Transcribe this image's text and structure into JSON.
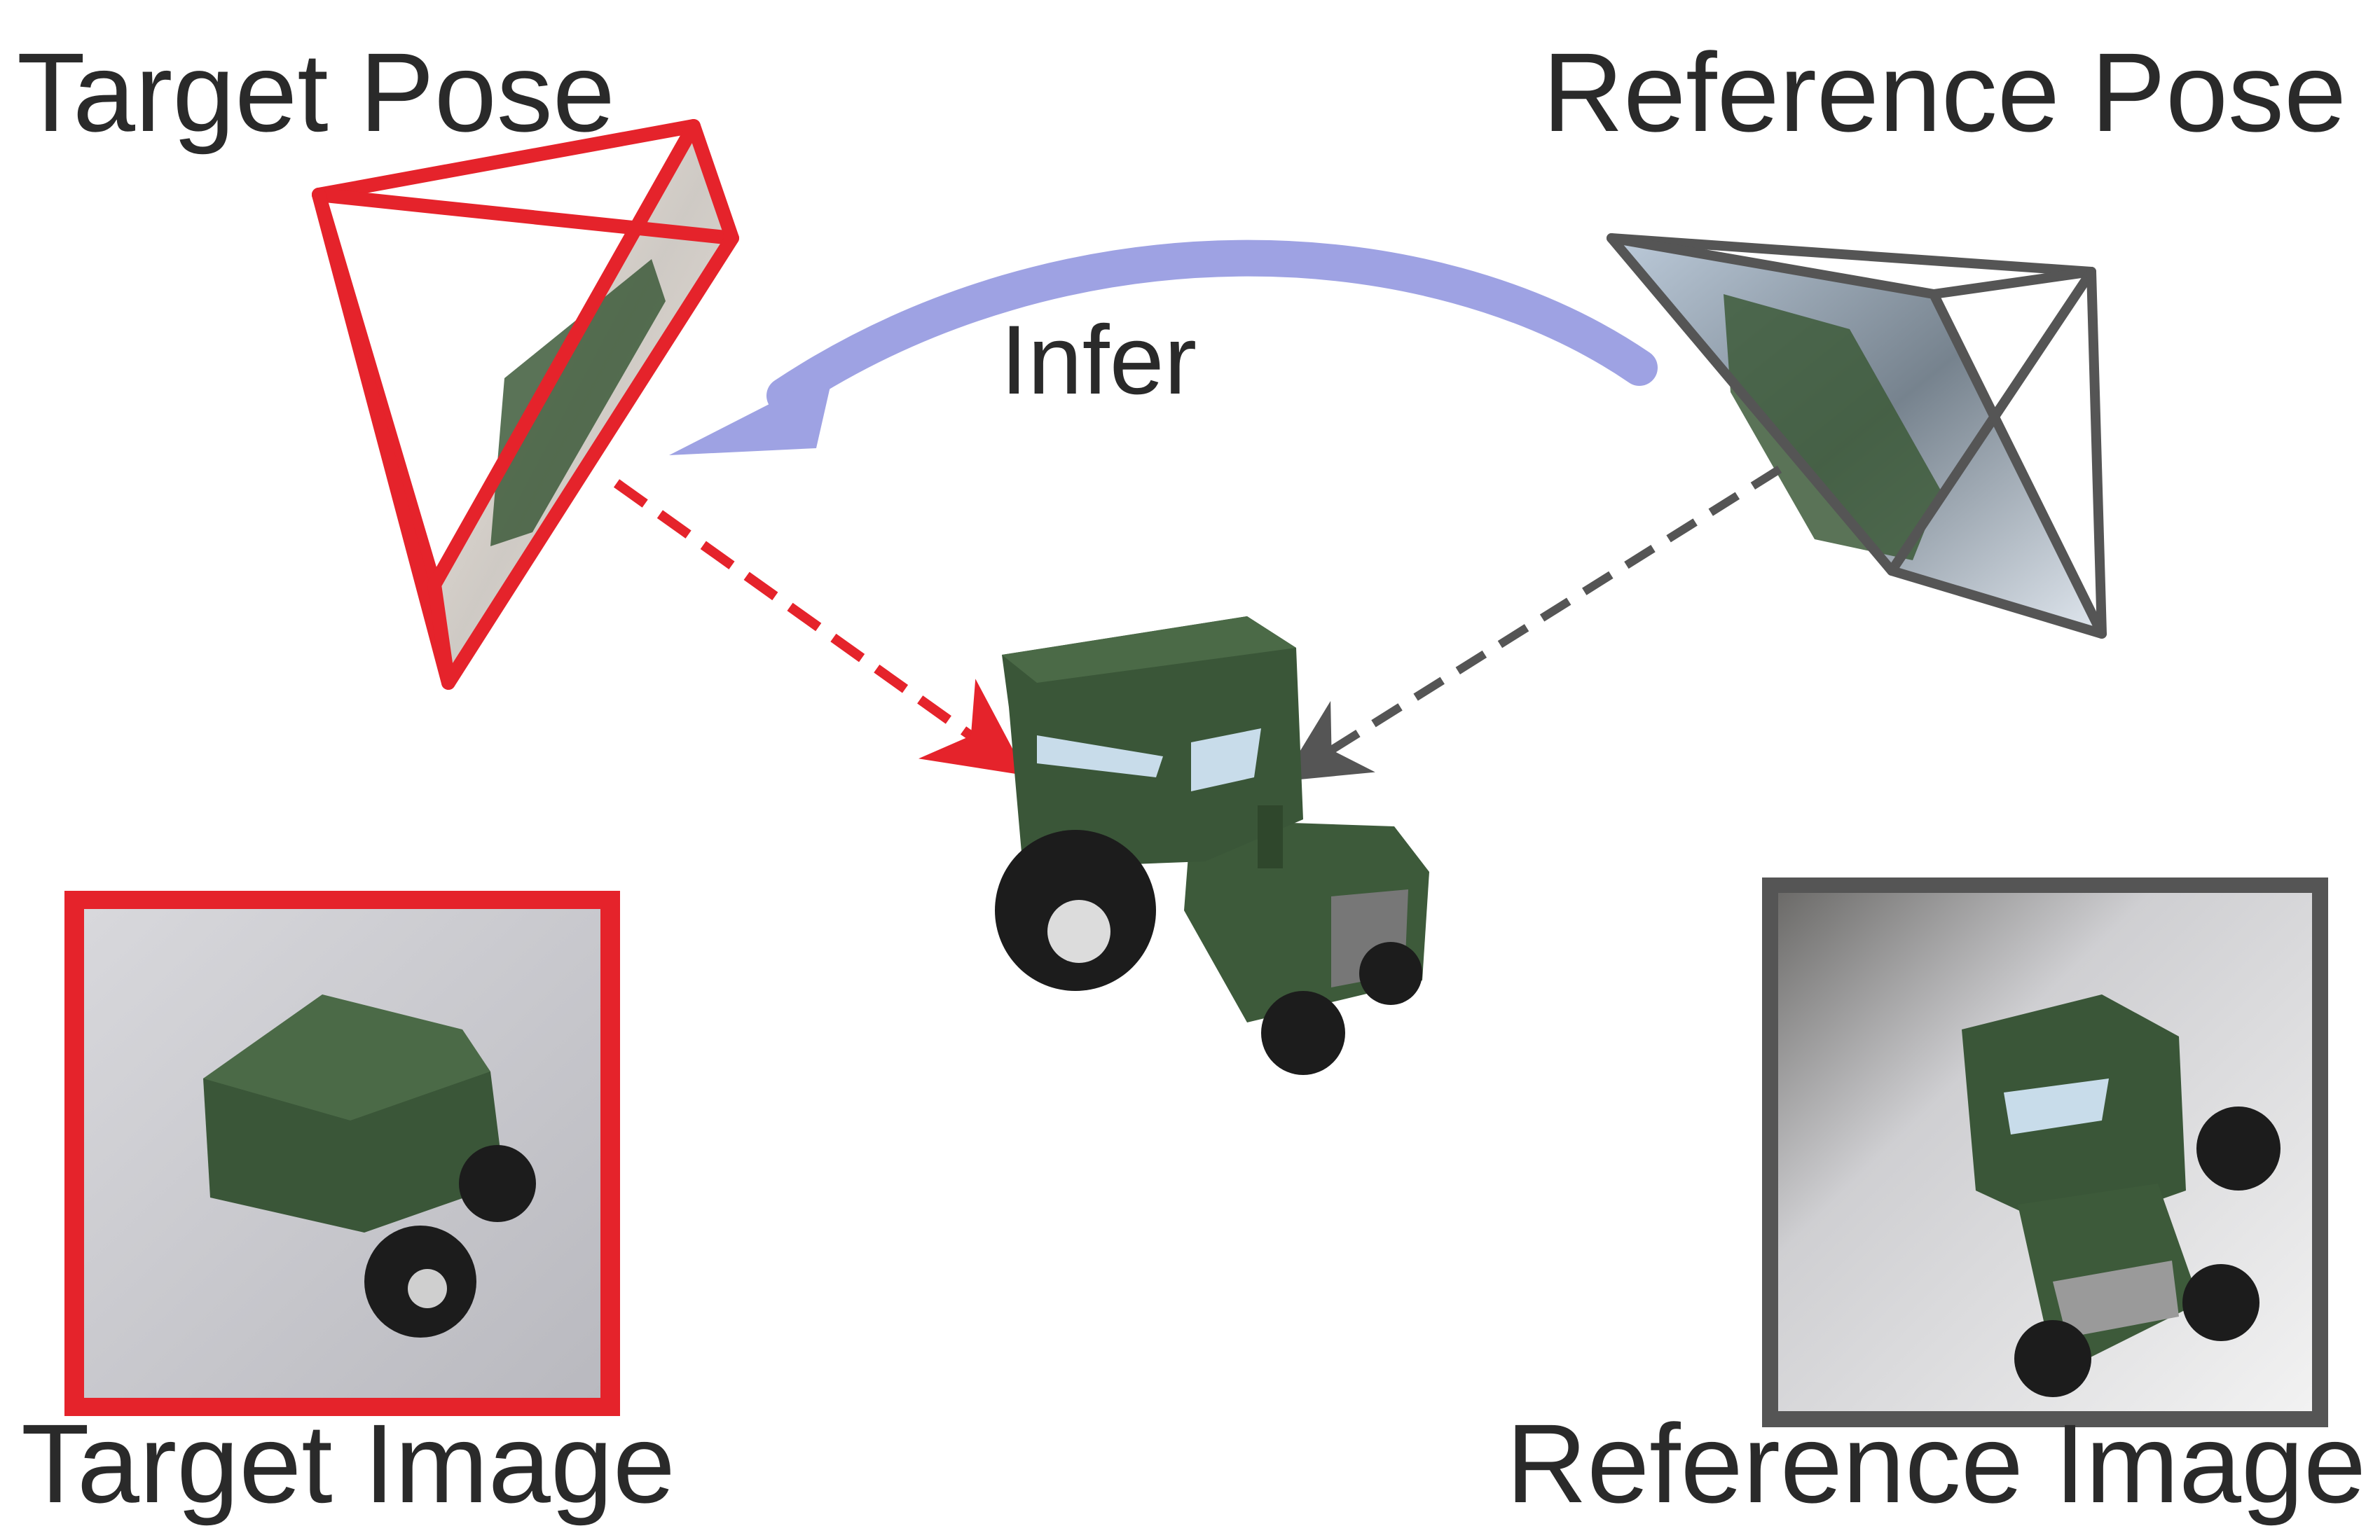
{
  "labels": {
    "target_pose": "Target Pose",
    "reference_pose": "Reference Pose",
    "infer": "Infer",
    "target_image": "Target Image",
    "reference_image": "Reference Image"
  },
  "colors": {
    "target": "#e5232b",
    "reference": "#555555",
    "infer_arrow": "#9ea2e3",
    "tractor_body": "#3d5a3a"
  },
  "icons": {
    "target_camera": "camera-frustum-icon",
    "reference_camera": "camera-frustum-icon",
    "object": "toy-tractor"
  }
}
